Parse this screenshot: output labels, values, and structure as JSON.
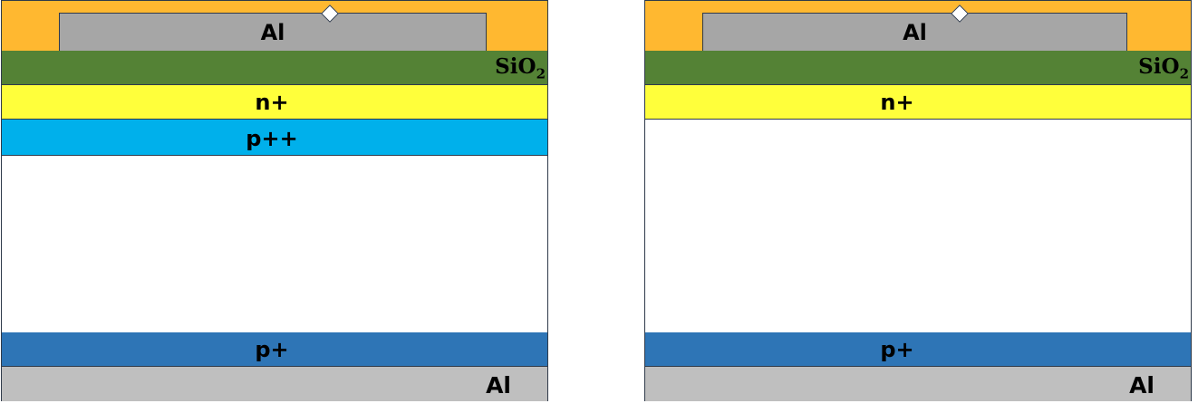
{
  "left_structure": {
    "top_contact_label": "Al",
    "oxide_label": "SiO",
    "oxide_subscript": "2",
    "layer_n_label": "n+",
    "layer_pp_label": "p++",
    "layer_p_label": "p+",
    "bottom_contact_label": "Al"
  },
  "right_structure": {
    "top_contact_label": "Al",
    "oxide_label": "SiO",
    "oxide_subscript": "2",
    "layer_n_label": "n+",
    "layer_p_label": "p+",
    "bottom_contact_label": "Al"
  },
  "colors": {
    "passivation": "#ffb830",
    "metal_top": "#a6a6a6",
    "oxide": "#548235",
    "n_plus": "#ffff3b",
    "p_plus_plus": "#00b0eb",
    "bulk": "#ffffff",
    "p_plus": "#2e75b6",
    "metal_bottom": "#bfbfbf"
  }
}
